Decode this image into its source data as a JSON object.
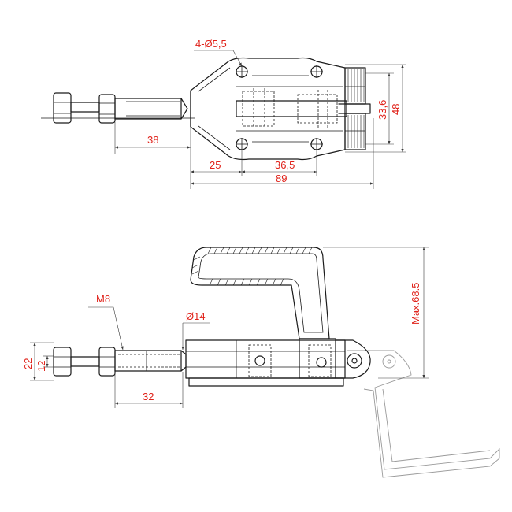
{
  "colors": {
    "line": "#1a1a1a",
    "ghost": "#9a9a9a",
    "dimension_text": "#e0221a"
  },
  "top_view": {
    "hole_callout": "4-Ø5,5",
    "dim_38": "38",
    "dim_25": "25",
    "dim_36_5": "36,5",
    "dim_89": "89",
    "dim_33_6": "33,6",
    "dim_48": "48"
  },
  "side_view": {
    "thread_callout": "M8",
    "diameter_callout": "Ø14",
    "dim_32": "32",
    "dim_22": "22",
    "dim_12": "12",
    "dim_max": "Max.68.5"
  }
}
